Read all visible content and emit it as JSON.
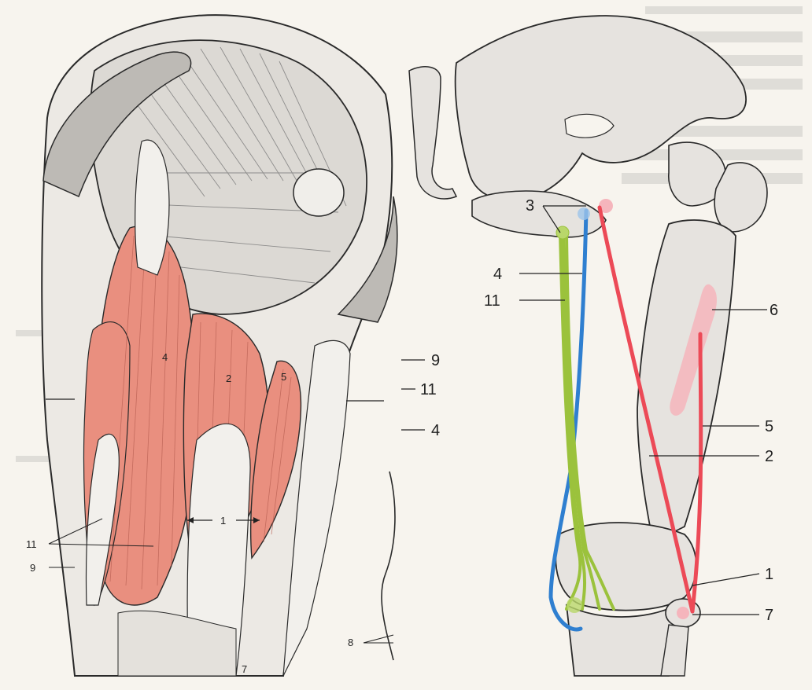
{
  "colors": {
    "paper": "#f7f4ee",
    "muscle": "#e98f7f",
    "bone": "#e6e3df",
    "tendon": "#f2f0ec",
    "ink": "#2a2a2a",
    "red_line": "#ec4a57",
    "blue_line": "#2f7fd0",
    "green_line": "#9bc23c",
    "pink_area": "#f5b5bc"
  },
  "left_figure": {
    "muscle_labels": {
      "l4": "4",
      "l2": "2",
      "l5": "5",
      "l1": "1"
    },
    "side_labels": {
      "l11": "11",
      "l9": "9",
      "l7": "7",
      "l8": "8"
    },
    "edge_labels": {
      "l9": "9",
      "l11": "11",
      "l4": "4"
    }
  },
  "right_figure": {
    "labels": {
      "l3": "3",
      "l4": "4",
      "l11": "11",
      "l6": "6",
      "l5": "5",
      "l2": "2",
      "l1": "1",
      "l7": "7"
    }
  }
}
